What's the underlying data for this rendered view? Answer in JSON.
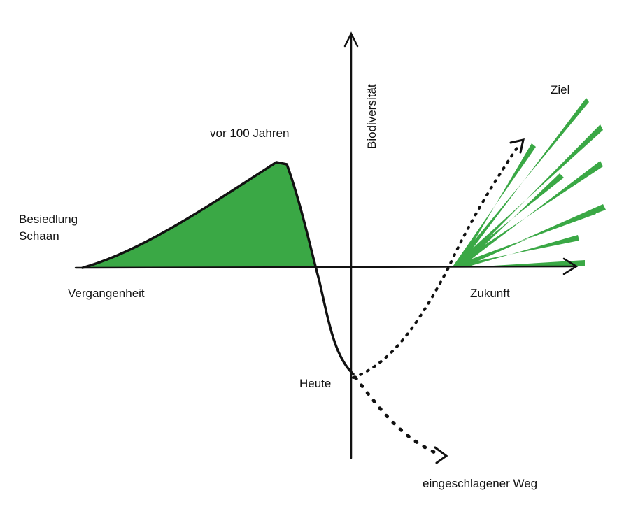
{
  "labels": {
    "y_axis": "Biodiversität",
    "past": "Vergangenheit",
    "future": "Zukunft",
    "peak": "vor 100 Jahren",
    "settlement_line1": "Besiedlung",
    "settlement_line2": "Schaan",
    "today": "Heute",
    "goal": "Ziel",
    "current_path": "eingeschlagener Weg"
  },
  "colors": {
    "ink": "#111111",
    "fill_green": "#3aa845"
  },
  "icons": {
    "axis_arrow": "arrowhead",
    "dotted_arrow": "arrowhead"
  }
}
